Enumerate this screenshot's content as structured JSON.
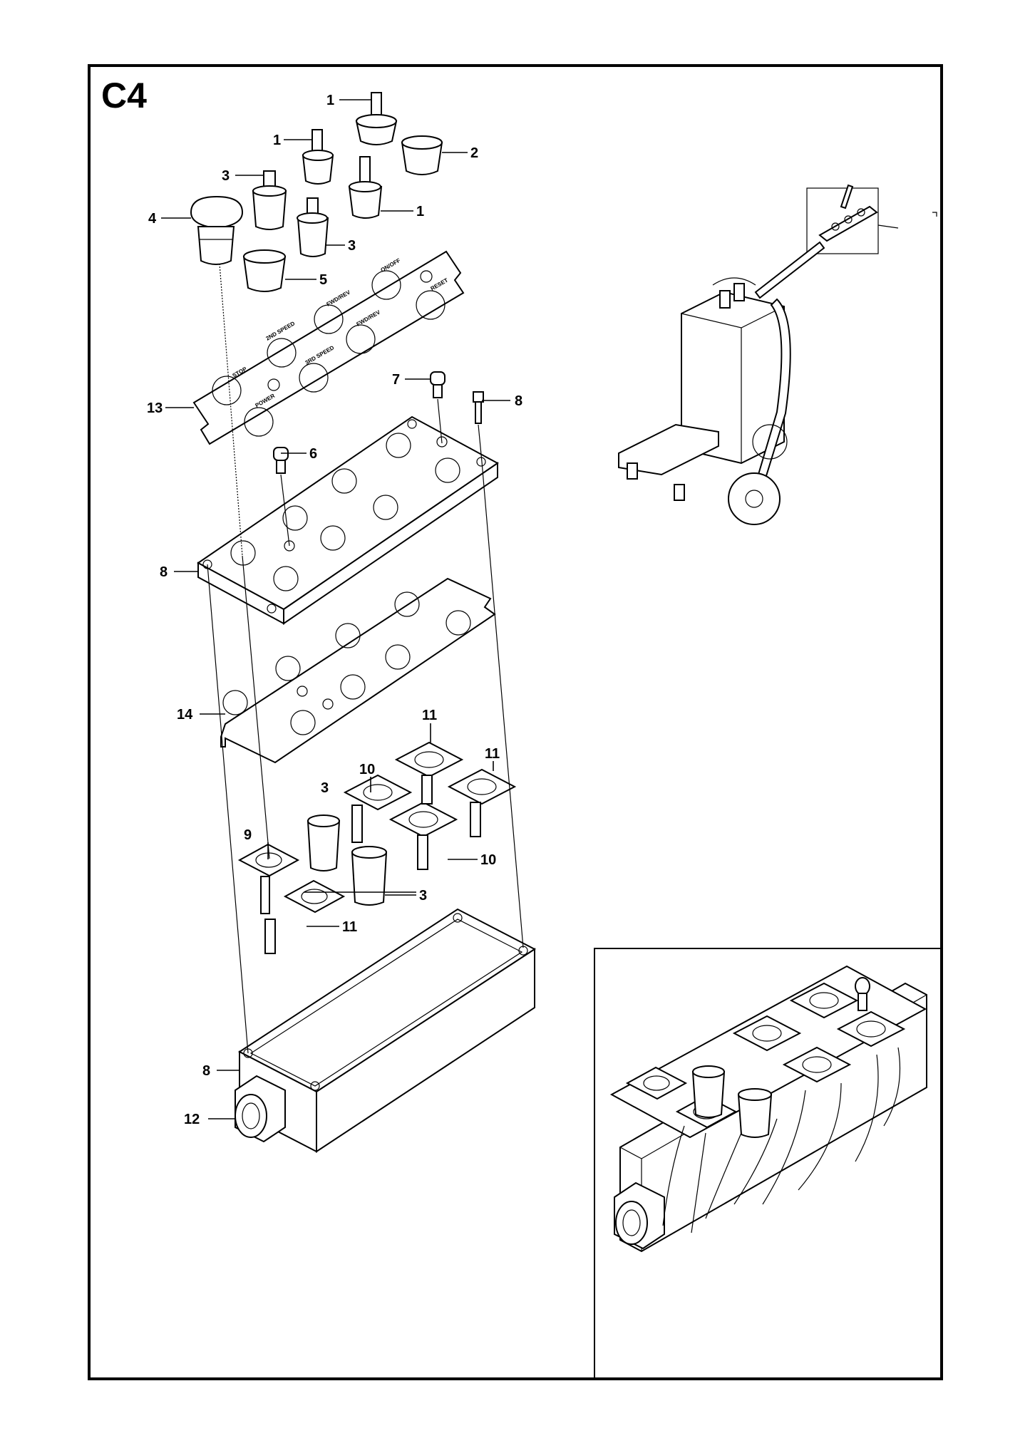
{
  "sheet": {
    "title": "C4"
  },
  "callouts": [
    {
      "id": "c1a",
      "label": "1"
    },
    {
      "id": "c1b",
      "label": "1"
    },
    {
      "id": "c1c",
      "label": "1"
    },
    {
      "id": "c2",
      "label": "2"
    },
    {
      "id": "c3a",
      "label": "3"
    },
    {
      "id": "c3b",
      "label": "3"
    },
    {
      "id": "c3c",
      "label": "3"
    },
    {
      "id": "c3d",
      "label": "3"
    },
    {
      "id": "c4",
      "label": "4"
    },
    {
      "id": "c5",
      "label": "5"
    },
    {
      "id": "c6",
      "label": "6"
    },
    {
      "id": "c7",
      "label": "7"
    },
    {
      "id": "c8a",
      "label": "8"
    },
    {
      "id": "c8b",
      "label": "8"
    },
    {
      "id": "c8c",
      "label": "8"
    },
    {
      "id": "c9",
      "label": "9"
    },
    {
      "id": "c10a",
      "label": "10"
    },
    {
      "id": "c10b",
      "label": "10"
    },
    {
      "id": "c11a",
      "label": "11"
    },
    {
      "id": "c11b",
      "label": "11"
    },
    {
      "id": "c11c",
      "label": "11"
    },
    {
      "id": "c12",
      "label": "12"
    },
    {
      "id": "c13",
      "label": "13"
    },
    {
      "id": "c14",
      "label": "14"
    }
  ],
  "label_plate": {
    "texts": [
      "STOP",
      "POWER",
      "2ND SPEED",
      "3RD SPEED",
      "FWD/REV",
      "FWD/REV",
      "ON/OFF",
      "RESET"
    ]
  }
}
